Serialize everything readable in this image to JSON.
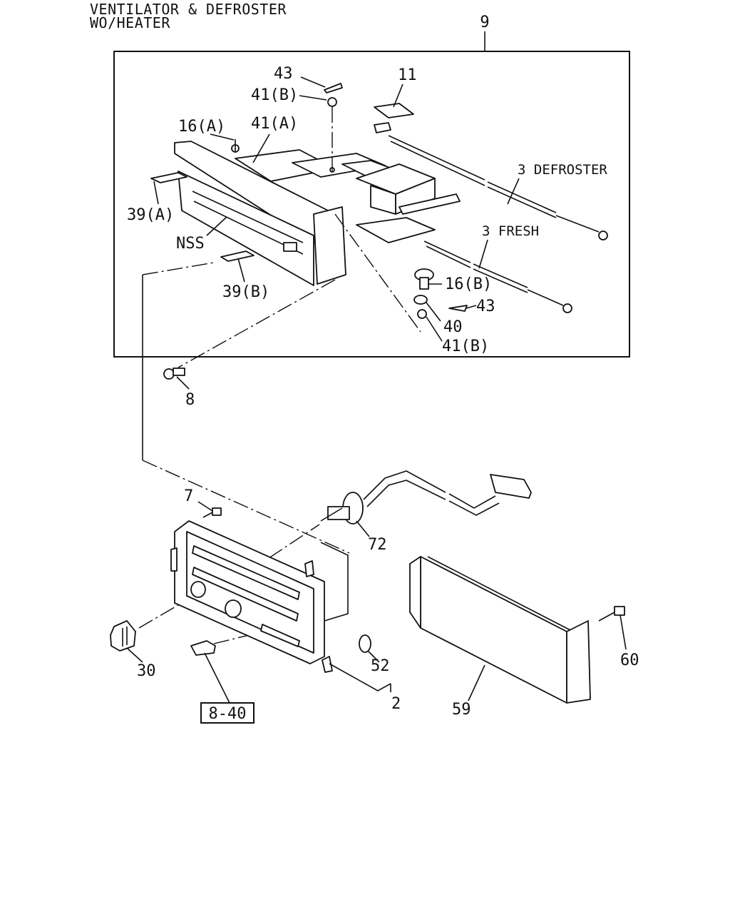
{
  "header": {
    "title_line1": "VENTILATOR & DEFROSTER",
    "title_line2": "WO/HEATER"
  },
  "callouts": {
    "assy": "9",
    "p43_top": "43",
    "p41b_top": "41(B)",
    "p11": "11",
    "p16a": "16(A)",
    "p41a": "41(A)",
    "p3_defroster": "3 DEFROSTER",
    "p39a": "39(A)",
    "p3_fresh": "3 FRESH",
    "nss": "NSS",
    "p16b": "16(B)",
    "p39b": "39(B)",
    "p43_right": "43",
    "p40": "40",
    "p41b_bottom": "41(B)",
    "p8": "8",
    "p7": "7",
    "p72": "72",
    "p30": "30",
    "p52": "52",
    "p2": "2",
    "p59": "59",
    "p60": "60",
    "ref_box": "8-40"
  }
}
